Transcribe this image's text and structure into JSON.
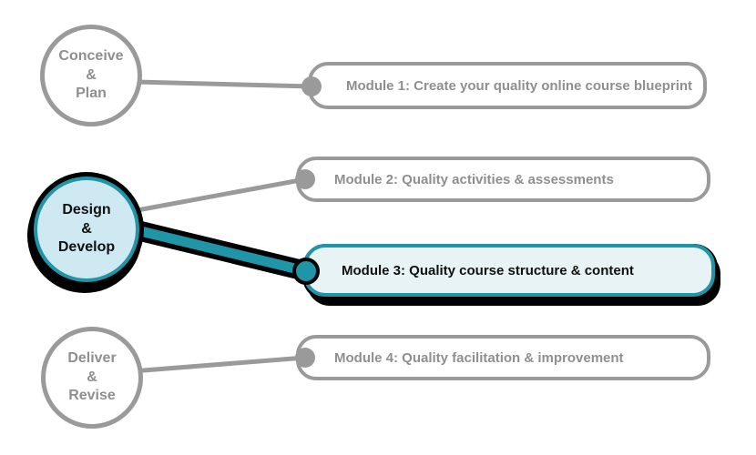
{
  "colors": {
    "gray": "#9a9a9a",
    "teal": "#2095a8",
    "light_blue": "#cfe9f3",
    "light_teal": "#e7f3f4",
    "shadow_black": "#000000"
  },
  "phases": [
    {
      "id": "conceive-plan",
      "label": "Conceive\n&\nPlan",
      "highlighted": false
    },
    {
      "id": "design-develop",
      "label": "Design\n&\nDevelop",
      "highlighted": true
    },
    {
      "id": "deliver-revise",
      "label": "Deliver\n&\nRevise",
      "highlighted": false
    }
  ],
  "modules": [
    {
      "id": "module-1",
      "label": "Module 1: Create your quality online course blueprint",
      "highlighted": false
    },
    {
      "id": "module-2",
      "label": "Module 2: Quality activities & assessments",
      "highlighted": false
    },
    {
      "id": "module-3",
      "label": "Module 3: Quality course structure & content",
      "highlighted": true
    },
    {
      "id": "module-4",
      "label": "Module 4: Quality facilitation & improvement",
      "highlighted": false
    }
  ],
  "connections": [
    {
      "from": "conceive-plan",
      "to": "module-1",
      "highlighted": false
    },
    {
      "from": "design-develop",
      "to": "module-2",
      "highlighted": false
    },
    {
      "from": "design-develop",
      "to": "module-3",
      "highlighted": true
    },
    {
      "from": "deliver-revise",
      "to": "module-4",
      "highlighted": false
    }
  ]
}
